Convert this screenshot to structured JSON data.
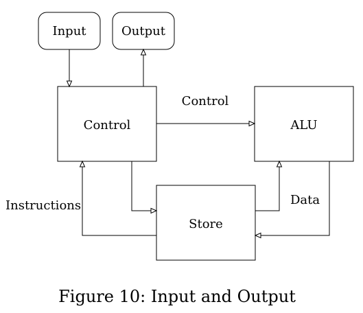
{
  "diagram": {
    "nodes": {
      "input": "Input",
      "output": "Output",
      "control": "Control",
      "alu": "ALU",
      "store": "Store"
    },
    "edge_labels": {
      "control_to_alu": "Control",
      "instructions": "Instructions",
      "data": "Data"
    },
    "caption": "Figure 10: Input and Output"
  }
}
